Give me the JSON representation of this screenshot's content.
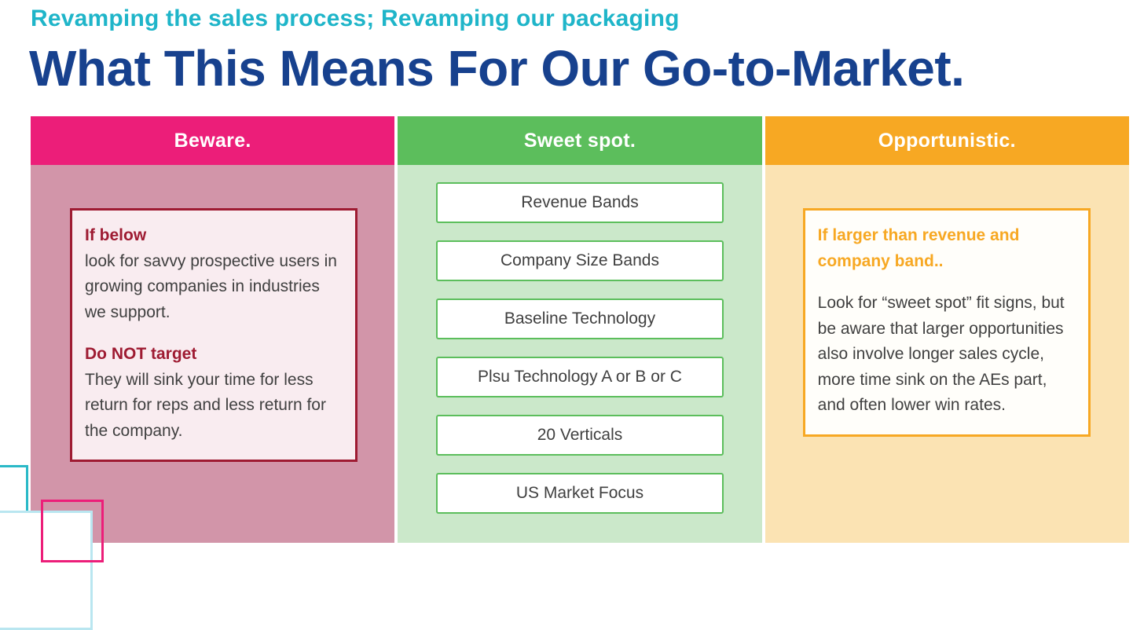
{
  "slide": {
    "kicker": "Revamping the sales process; Revamping our packaging",
    "title": "What This Means For Our Go-to-Market."
  },
  "columns": {
    "beware": {
      "header": "Beware.",
      "card": {
        "section1_heading": "If below",
        "section1_body": "look for savvy prospective users in growing companies in industries we support.",
        "section2_heading": "Do NOT target",
        "section2_body": "They will sink your time for less return for reps and less return for the company."
      }
    },
    "sweet_spot": {
      "header": "Sweet spot.",
      "items": [
        "Revenue Bands",
        "Company Size Bands",
        "Baseline Technology",
        "Plsu Technology A or B or C",
        "20 Verticals",
        "US Market Focus"
      ]
    },
    "opportunistic": {
      "header": "Opportunistic.",
      "card": {
        "heading": "If larger than revenue and company band..",
        "body": "Look for “sweet spot” fit signs, but be aware that larger opportunities also involve longer sales cycle, more time sink on the AEs part, and often lower win rates."
      }
    }
  },
  "colors": {
    "kicker": "#1fb5c9",
    "title": "#17418e",
    "beware_header_bg": "#ec1e79",
    "beware_body_bg": "#d295a9",
    "beware_card_bg": "#f9ecf0",
    "beware_card_border": "#9e1b32",
    "beware_heading": "#9e1b32",
    "sweet_header_bg": "#5cbe5c",
    "sweet_body_bg": "#cbe8ca",
    "sweet_box_border": "#5cbe5c",
    "sweet_box_bg": "#ffffff",
    "opp_header_bg": "#f7a823",
    "opp_body_bg": "#fbe3b3",
    "opp_card_bg": "#fffefa",
    "opp_card_border": "#f7a823",
    "opp_heading": "#f7a823",
    "body_text": "#404040",
    "teal_accent": "#2ab9c7",
    "pink_accent": "#ec1e79",
    "pale_blue": "#b9e6f0"
  }
}
